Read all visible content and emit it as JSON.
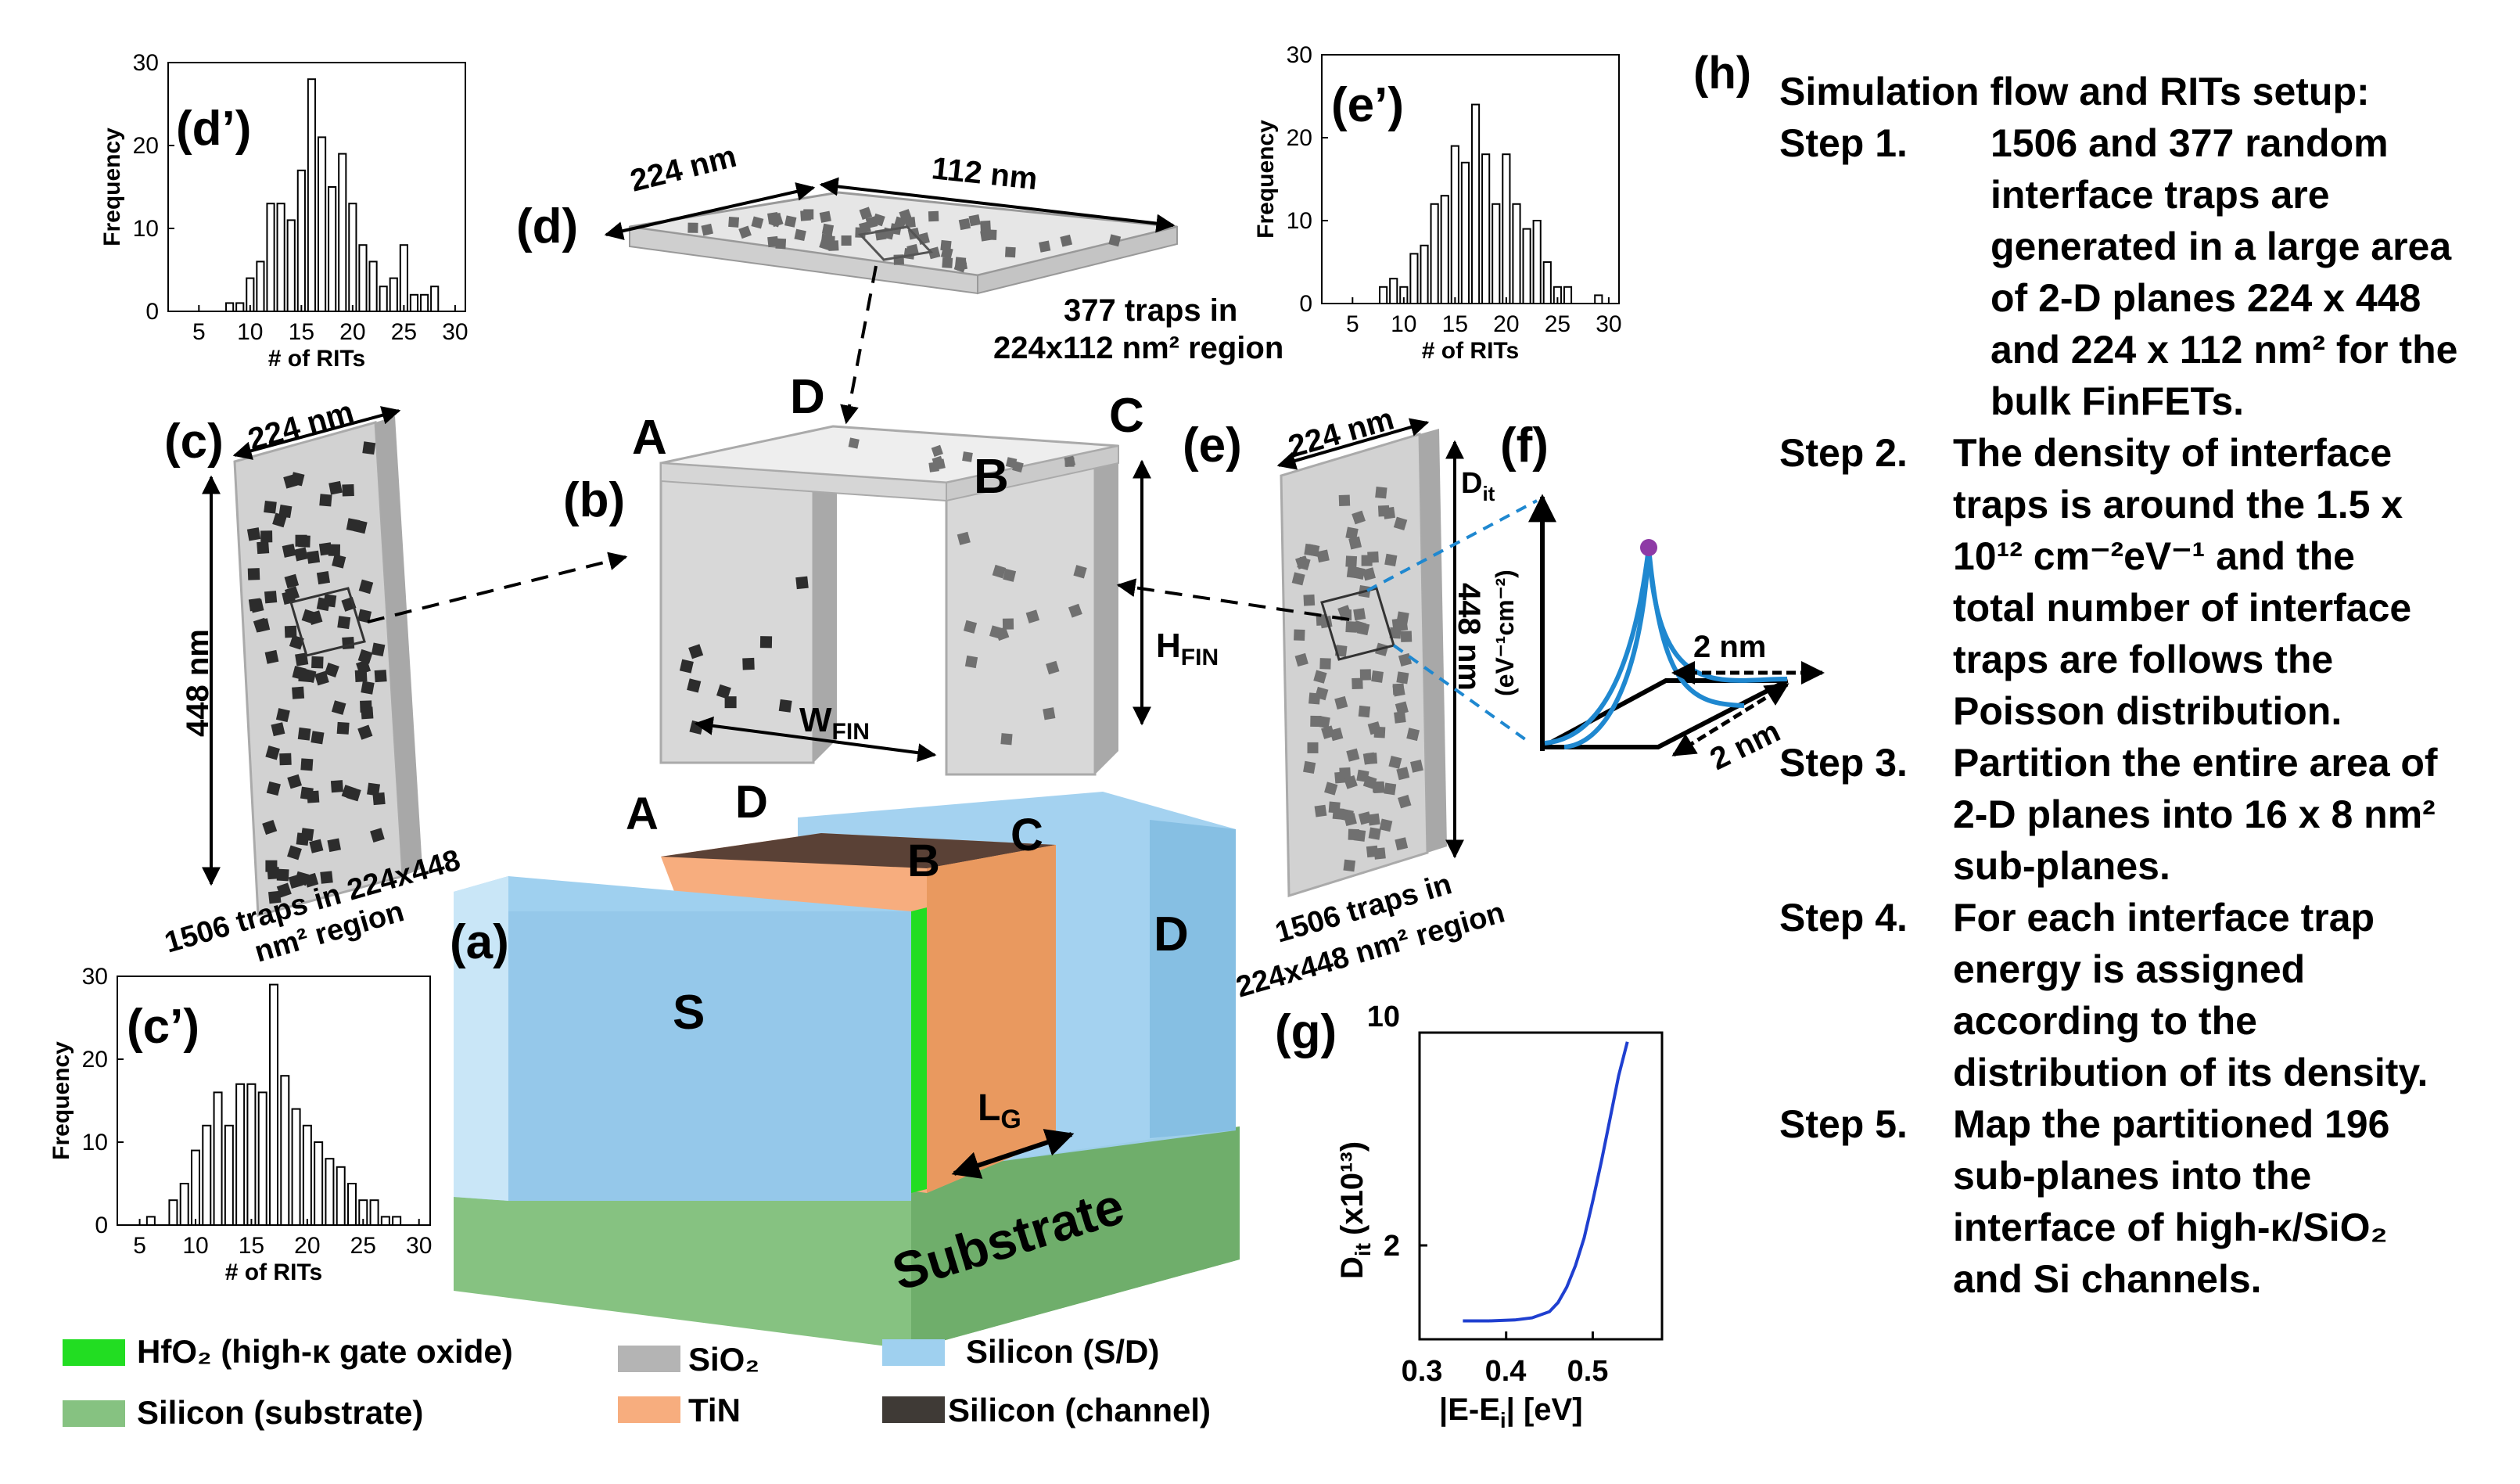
{
  "panels": {
    "a": "(a)",
    "b": "(b)",
    "c": "(c)",
    "c_prime": "(c’)",
    "d": "(d)",
    "d_prime": "(d’)",
    "e": "(e)",
    "e_prime": "(e’)",
    "f": "(f)",
    "g": "(g)",
    "h": "(h)"
  },
  "device": {
    "corner_A": "A",
    "corner_B": "B",
    "corner_C": "C",
    "corner_D": "D",
    "source": "S",
    "drain": "D",
    "substrate": "Substrate",
    "gate_length": "L",
    "gate_length_sub": "G"
  },
  "fin": {
    "corner_A": "A",
    "corner_B": "B",
    "corner_C": "C",
    "corner_D": "D",
    "width": "W",
    "width_sub": "FIN",
    "height": "H",
    "height_sub": "FIN"
  },
  "planes": {
    "c_width": "224 nm",
    "c_height": "448 nm",
    "c_caption_1": "1506 traps in 224x448",
    "c_caption_2": "nm² region",
    "d_width": "224 nm",
    "d_length": "112 nm",
    "d_caption_1": "377 traps in",
    "d_caption_2": "224x112 nm² region",
    "e_width": "224 nm",
    "e_height": "448 nm",
    "e_caption_1": "1506 traps in",
    "e_caption_2": "224x448 nm² region"
  },
  "trap_profile": {
    "y_label": "D",
    "y_label_sub": "it",
    "unit": "(eV⁻¹cm⁻²)",
    "width_x": "2 nm",
    "width_y": "2 nm"
  },
  "legend": [
    {
      "label": "HfO₂ (high-κ gate oxide)",
      "color": "#22dd22"
    },
    {
      "label": "Silicon (substrate)",
      "color": "#86c281"
    },
    {
      "label": "SiO₂",
      "color": "#b4b4b4"
    },
    {
      "label": "TiN",
      "color": "#f7ad7e"
    },
    {
      "label": "Silicon (S/D)",
      "color": "#9fd0ef"
    },
    {
      "label": "Silicon (channel)",
      "color": "#3f3a36"
    }
  ],
  "steps": {
    "title": "Simulation flow and RITs setup:",
    "items": [
      {
        "label": "Step 1.",
        "lines": [
          "1506 and 377 random",
          "interface traps are",
          "generated in a large area",
          "of 2-D planes 224 x 448",
          "and 224 x 112 nm² for the",
          "bulk FinFETs."
        ]
      },
      {
        "label": "Step 2.",
        "lines": [
          "The density of interface",
          "traps is around the 1.5 x",
          "10¹² cm⁻²eV⁻¹ and the",
          "total number of interface",
          "traps are follows the",
          "Poisson distribution."
        ]
      },
      {
        "label": "Step 3.",
        "lines": [
          "Partition the entire area of",
          "2-D planes into 16 x 8 nm²",
          "sub-planes."
        ]
      },
      {
        "label": "Step 4.",
        "lines": [
          "For each interface trap",
          "energy is assigned",
          "according to the",
          "distribution of its density."
        ]
      },
      {
        "label": "Step 5.",
        "lines": [
          "Map the partitioned 196",
          "sub-planes into the",
          "interface of high-κ/SiO₂",
          "and Si channels."
        ]
      }
    ]
  },
  "chart_data": [
    {
      "type": "bar",
      "id": "d_prime",
      "ylabel": "Frequency",
      "xlabel": "# of RITs",
      "xlim": [
        2,
        31
      ],
      "ylim": [
        0,
        30
      ],
      "xticks": [
        5,
        10,
        15,
        20,
        25,
        30
      ],
      "yticks": [
        0,
        10,
        20,
        30
      ],
      "x": [
        8,
        9,
        10,
        11,
        12,
        13,
        14,
        15,
        16,
        17,
        18,
        19,
        20,
        21,
        22,
        23,
        24,
        25,
        26,
        27,
        28
      ],
      "values": [
        1,
        1,
        4,
        6,
        13,
        13,
        11,
        17,
        28,
        21,
        15,
        19,
        13,
        8,
        6,
        3,
        4,
        8,
        2,
        2,
        3
      ]
    },
    {
      "type": "bar",
      "id": "e_prime",
      "ylabel": "Frequency",
      "xlabel": "# of RITs",
      "xlim": [
        2,
        31
      ],
      "ylim": [
        0,
        30
      ],
      "xticks": [
        5,
        10,
        15,
        20,
        25,
        30
      ],
      "yticks": [
        0,
        10,
        20,
        30
      ],
      "x": [
        8,
        9,
        10,
        11,
        12,
        13,
        14,
        15,
        16,
        17,
        18,
        19,
        20,
        21,
        22,
        23,
        24,
        25,
        26,
        27,
        29
      ],
      "values": [
        2,
        3,
        2,
        6,
        7,
        12,
        13,
        19,
        17,
        24,
        18,
        12,
        18,
        12,
        9,
        10,
        5,
        2,
        2,
        0,
        1
      ]
    },
    {
      "type": "bar",
      "id": "c_prime",
      "ylabel": "Frequency",
      "xlabel": "# of RITs",
      "xlim": [
        3,
        31
      ],
      "ylim": [
        0,
        30
      ],
      "xticks": [
        5,
        10,
        15,
        20,
        25,
        30
      ],
      "yticks": [
        0,
        10,
        20,
        30
      ],
      "x": [
        6,
        7,
        8,
        9,
        10,
        11,
        12,
        13,
        14,
        15,
        16,
        17,
        18,
        19,
        20,
        21,
        22,
        23,
        24,
        25,
        26,
        27,
        28
      ],
      "values": [
        1,
        0,
        3,
        5,
        9,
        12,
        16,
        12,
        17,
        17,
        16,
        29,
        18,
        14,
        12,
        10,
        8,
        7,
        5,
        3,
        3,
        1,
        1
      ]
    },
    {
      "type": "line",
      "id": "g",
      "ylabel": "D",
      "ylabel_sub": "it",
      "ylabel_unit": "(x10¹³)",
      "xlabel": "|E-E",
      "xlabel_sub": "i",
      "xlabel_tail": "| [eV]",
      "xticks": [
        "0.3",
        "0.4",
        "0.5"
      ],
      "yticks": [
        "2",
        "10"
      ],
      "xlim": [
        0.3,
        0.58
      ],
      "series": [
        {
          "color": "#1f3fd0",
          "x": [
            0.35,
            0.38,
            0.41,
            0.43,
            0.45,
            0.46,
            0.47,
            0.48,
            0.49,
            0.5,
            0.51,
            0.52,
            0.53,
            0.54
          ],
          "y": [
            0.06,
            0.06,
            0.063,
            0.07,
            0.09,
            0.12,
            0.17,
            0.24,
            0.33,
            0.45,
            0.58,
            0.72,
            0.86,
            0.97
          ]
        }
      ]
    }
  ]
}
